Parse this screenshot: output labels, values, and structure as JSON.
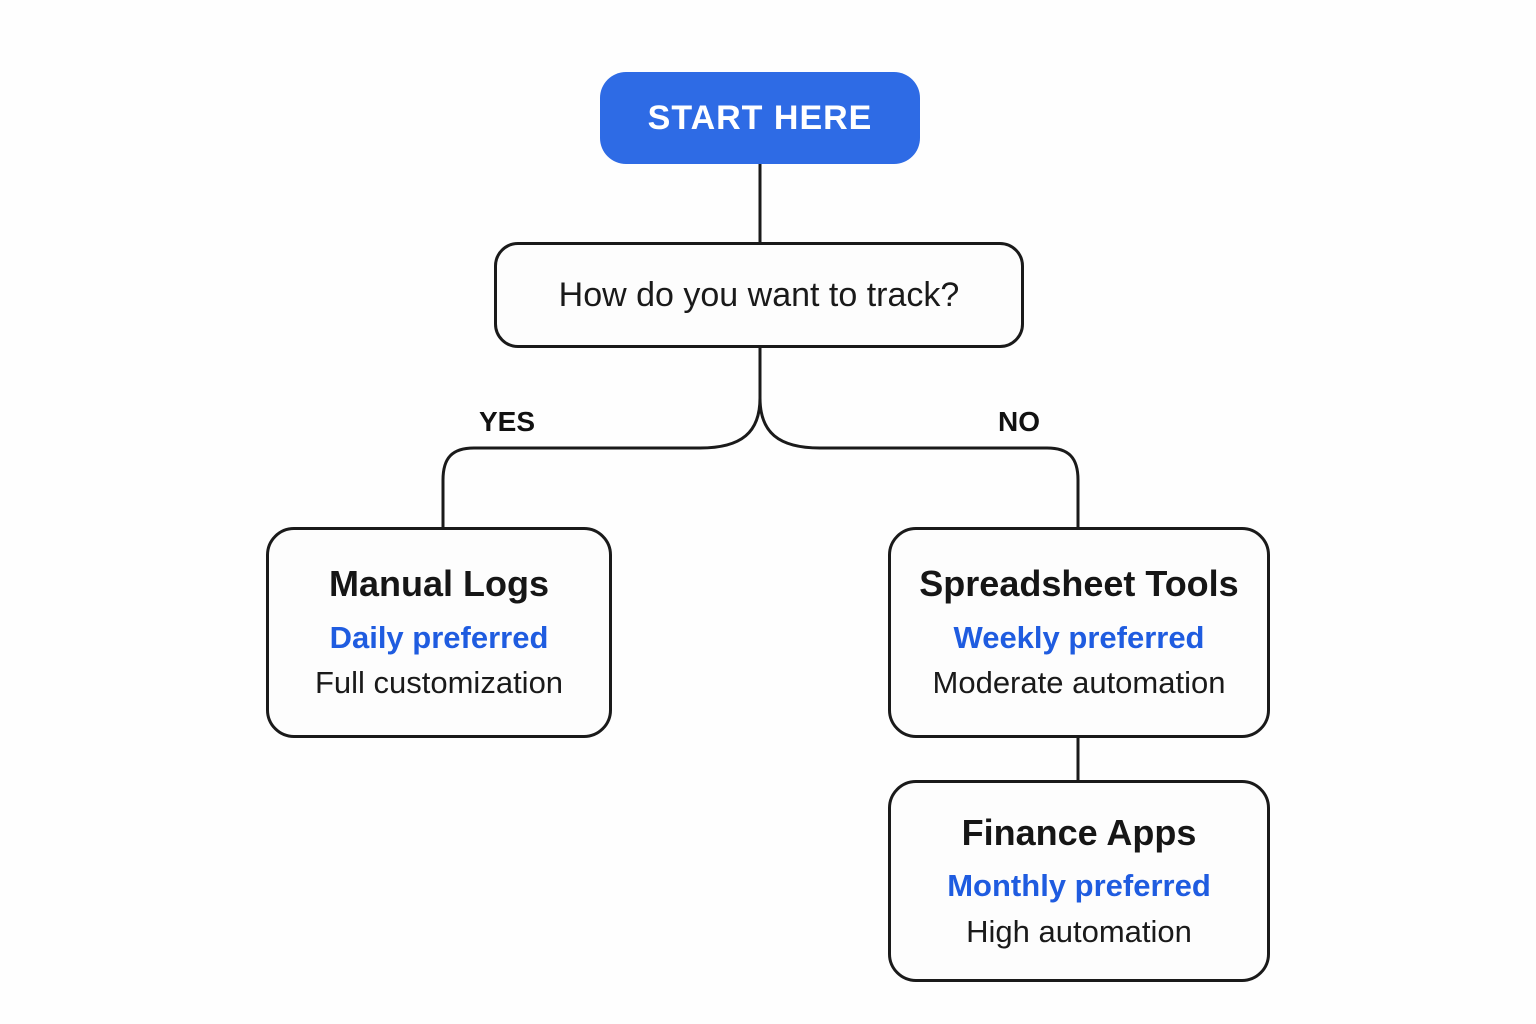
{
  "diagram": {
    "title_hint": "decision flowchart",
    "start": {
      "label": "START HERE"
    },
    "question": {
      "label": "How do you want to track?"
    },
    "branches": {
      "yes_label": "YES",
      "no_label": "NO"
    },
    "nodes": [
      {
        "id": "manual-logs",
        "title": "Manual Logs",
        "subtitle": "Daily preferred",
        "detail": "Full customization",
        "parent": "question",
        "branch": "YES"
      },
      {
        "id": "spreadsheet-tools",
        "title": "Spreadsheet Tools",
        "subtitle": "Weekly preferred",
        "detail": "Moderate automation",
        "parent": "question",
        "branch": "NO"
      },
      {
        "id": "finance-apps",
        "title": "Finance Apps",
        "subtitle": "Monthly preferred",
        "detail": "High automation",
        "parent": "spreadsheet-tools",
        "branch": ""
      }
    ],
    "colors": {
      "accent_blue": "#2E6BE5",
      "subtitle_blue": "#1F5CE0",
      "line_color": "#1A1A1A",
      "node_fill": "#FDFDFD",
      "start_text": "#FFFFFF",
      "background": "#FEFEFE"
    }
  }
}
